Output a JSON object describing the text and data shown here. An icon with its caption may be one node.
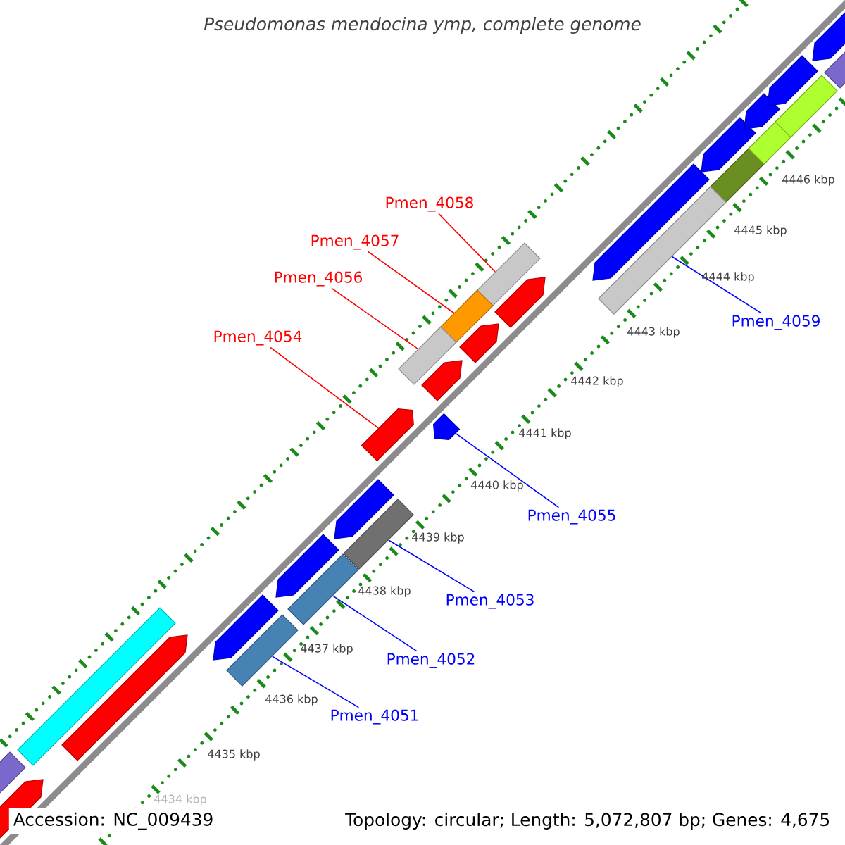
{
  "diagram": {
    "title": "Pseudomonas mendocina ymp, complete genome",
    "nodes": [
      {
        "text": [
          "Pmen_4058"
        ]
      },
      {
        "text": [
          "Pmen_4057"
        ]
      },
      {
        "text": [
          "Pmen_4056"
        ]
      },
      {
        "text": [
          "Pmen_4054"
        ]
      },
      {
        "text": [
          "Pmen_4059"
        ]
      },
      {
        "text": [
          "Pmen_4055"
        ]
      },
      {
        "text": [
          "Pmen_4053"
        ]
      },
      {
        "text": [
          "Pmen_4052"
        ]
      },
      {
        "text": [
          "Pmen_4051"
        ]
      },
      {
        "text": [],
        "shape": "bar"
      },
      {
        "text": [],
        "shape": "bar"
      },
      {
        "text": [],
        "shape": "bar"
      },
      {
        "text": [],
        "shape": "pentagon"
      },
      {
        "text": [],
        "shape": "bar"
      },
      {
        "text": [],
        "shape": "pentagon"
      },
      {
        "text": [],
        "shape": "bar"
      },
      {
        "text": [],
        "shape": "bar"
      },
      {
        "text": [],
        "shape": "bar"
      }
    ],
    "edges": [
      {
        "from": 0,
        "to": 9,
        "arrow": "none",
        "color": "#ff0000"
      },
      {
        "from": 1,
        "to": 10,
        "arrow": "none",
        "color": "#ff0000"
      },
      {
        "from": 2,
        "to": 11,
        "arrow": "none",
        "color": "#ff0000"
      },
      {
        "from": 3,
        "to": 12,
        "arrow": "none",
        "color": "#ff0000"
      },
      {
        "from": 4,
        "to": 13,
        "arrow": "none"
      },
      {
        "from": 5,
        "to": 14,
        "arrow": "none"
      },
      {
        "from": 6,
        "to": 15,
        "arrow": "none"
      },
      {
        "from": 7,
        "to": 16,
        "arrow": "none"
      },
      {
        "from": 8,
        "to": 17,
        "arrow": "none"
      }
    ],
    "labels": [
      "4446 kbp",
      "4445 kbp",
      "4444 kbp",
      "4443 kbp",
      "4442 kbp",
      "4441 kbp",
      "4440 kbp",
      "4439 kbp",
      "4438 kbp",
      "4437 kbp",
      "4436 kbp",
      "4435 kbp",
      "4434 kbp",
      "Accession: NC_009439",
      "Topology: circular; Length: 5,072,807 bp; Genes: 4,675"
    ]
  }
}
